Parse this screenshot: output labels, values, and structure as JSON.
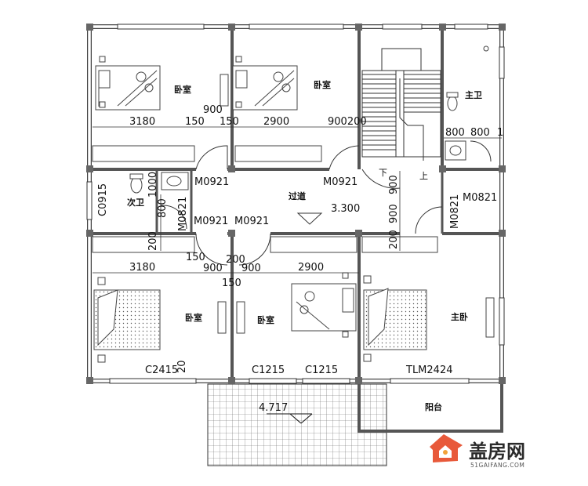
{
  "rooms": {
    "bedroom_tl": "卧室",
    "bedroom_tm": "卧室",
    "master_bath": "主卫",
    "secondary_bath": "次卫",
    "corridor": "过道",
    "bedroom_bl": "卧室",
    "bedroom_bm": "卧室",
    "master_bedroom": "主卧",
    "balcony": "阳台"
  },
  "stairs": {
    "down": "下",
    "up": "上"
  },
  "dimensions": {
    "d900_top": "900",
    "d3180_top": "3180",
    "d150_a": "150",
    "d150_b": "150",
    "d2900_top": "2900",
    "d900_200": "900200",
    "d800_a": "800",
    "d800_b": "800",
    "d1_right": "1",
    "d1000": "1000",
    "d800_bath": "800",
    "d200_bath": "200",
    "d900_stair_a": "900",
    "d900_stair_b": "900",
    "d200_stair": "200",
    "d3180_bot": "3180",
    "d150_c": "150",
    "d200_mid": "200",
    "d900_bot_a": "900",
    "d900_bot_b": "900",
    "d150_d": "150",
    "d2900_bot": "2900",
    "d20": "20"
  },
  "doors": {
    "m0921_a": "M0921",
    "m0921_b": "M0921",
    "m0921_c": "M0921",
    "m0921_d": "M0921",
    "m0821": "M0821",
    "m0821_v": "M0821",
    "m0821_bath": "M0821"
  },
  "windows": {
    "c0915": "C0915",
    "c2415": "C2415",
    "c1215_a": "C1215",
    "c1215_b": "C1215",
    "tlm2424": "TLM2424"
  },
  "elevations": {
    "floor": "3.300",
    "terrace": "4.717"
  },
  "logo": {
    "name": "盖房网",
    "url": "51GAIFANG.COM"
  }
}
